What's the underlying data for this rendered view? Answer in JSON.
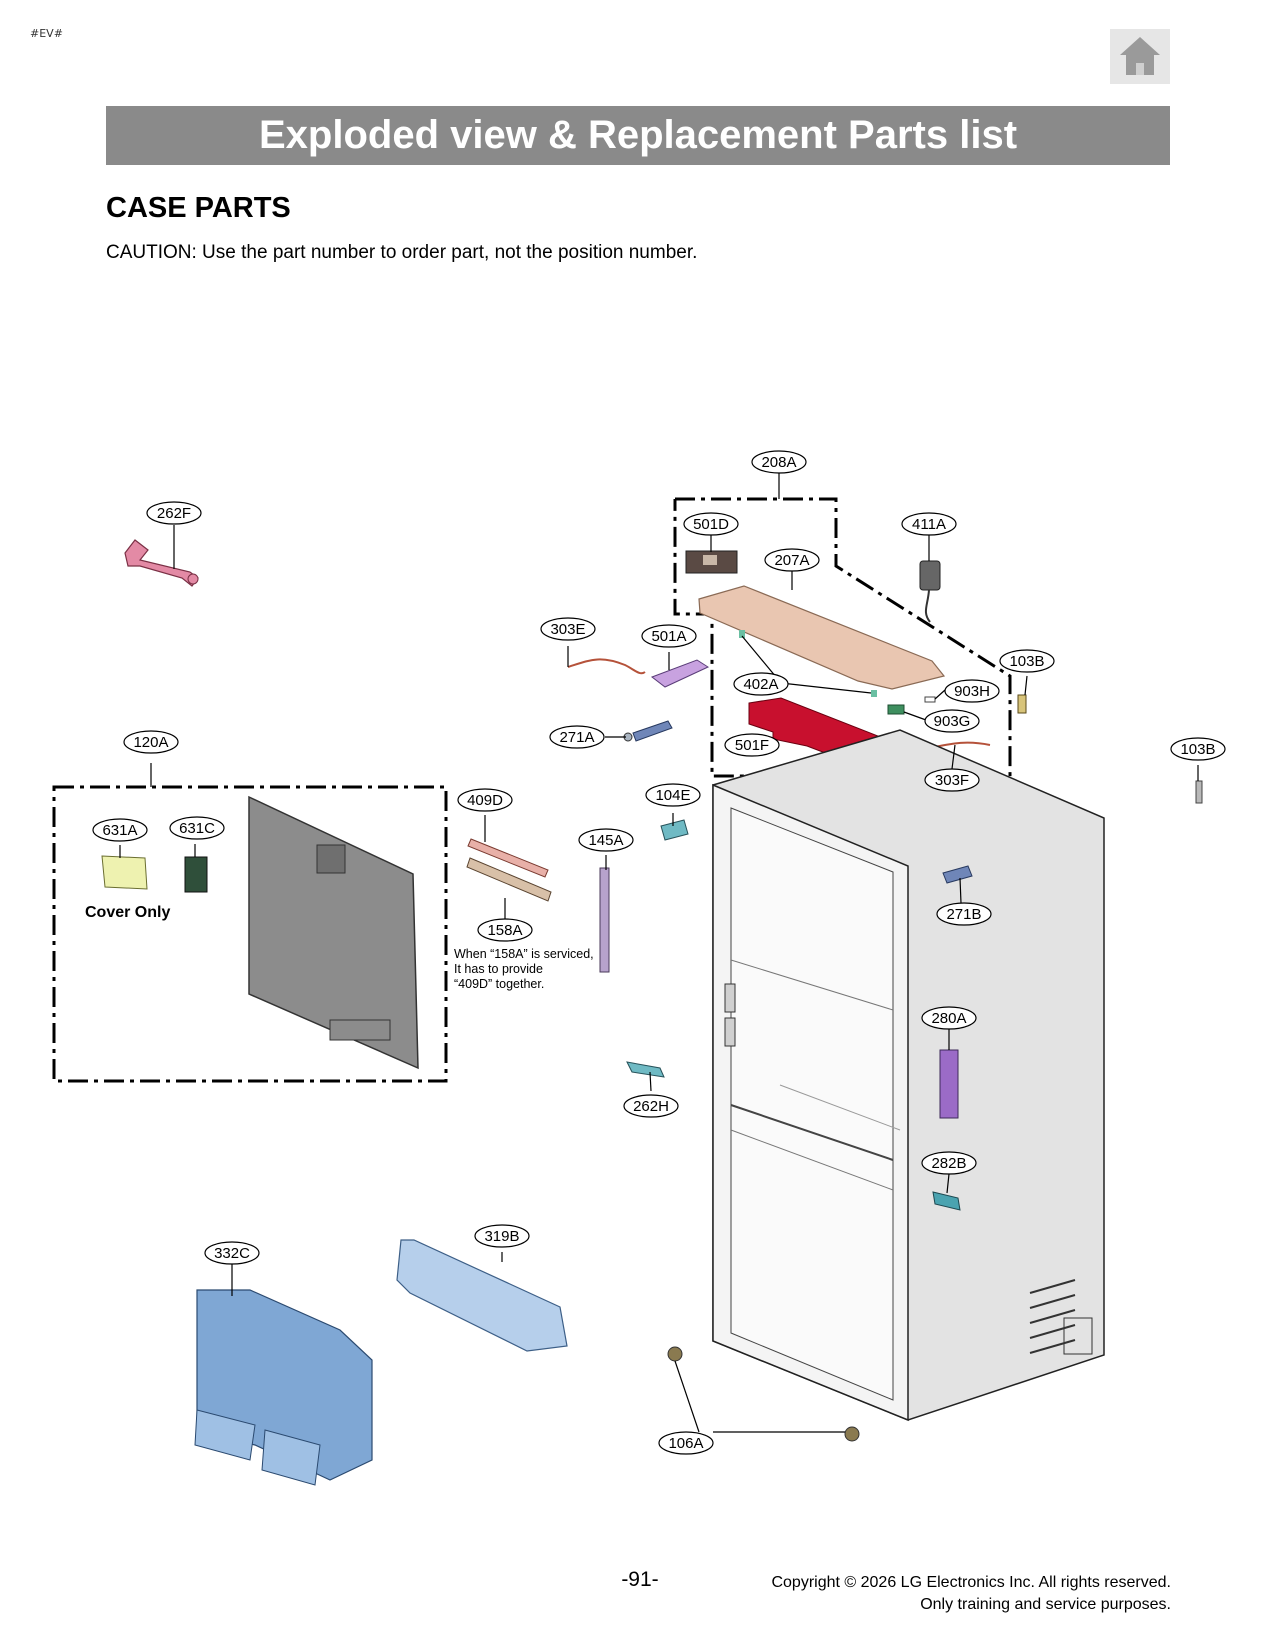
{
  "header": {
    "tag": "#EV#",
    "home_icon": "home-icon",
    "title": "Exploded view & Replacement Parts list"
  },
  "section": {
    "title": "CASE PARTS",
    "caution": "CAUTION: Use the part number to order part, not the position number."
  },
  "callouts": {
    "c208A": "208A",
    "c262F": "262F",
    "c501D": "501D",
    "c411A": "411A",
    "c207A": "207A",
    "c303E": "303E",
    "c501A": "501A",
    "c103B_top": "103B",
    "c402A": "402A",
    "c903H": "903H",
    "c903G": "903G",
    "c271A": "271A",
    "c501F": "501F",
    "c120A": "120A",
    "c103B_right": "103B",
    "c303F": "303F",
    "c104E": "104E",
    "c409D": "409D",
    "c631A": "631A",
    "c631C": "631C",
    "c145A": "145A",
    "c271B": "271B",
    "c158A": "158A",
    "c280A": "280A",
    "c262H": "262H",
    "c282B": "282B",
    "c319B": "319B",
    "c332C": "332C",
    "c106A": "106A"
  },
  "notes": {
    "cover_only": "Cover Only",
    "service_line1": "When “158A” is serviced,",
    "service_line2": "It has to provide",
    "service_line3": "“409D” together."
  },
  "footer": {
    "page_number": "-91-",
    "copyright_line1": "Copyright © 2026 LG Electronics Inc. All rights reserved.",
    "copyright_line2": "Only training and service purposes."
  },
  "colors": {
    "banner_bg": "#8a8a8a",
    "lever_pink": "#e38aa5",
    "cover_red": "#c8102e",
    "bracket_tan": "#e9c6b1",
    "purple": "#9b6bc7",
    "blue_light": "#b6cfeb",
    "blue_mid": "#7fa7d4",
    "yellow_cover": "#eef2b0",
    "cabinet_gray": "#d9d9d9"
  }
}
